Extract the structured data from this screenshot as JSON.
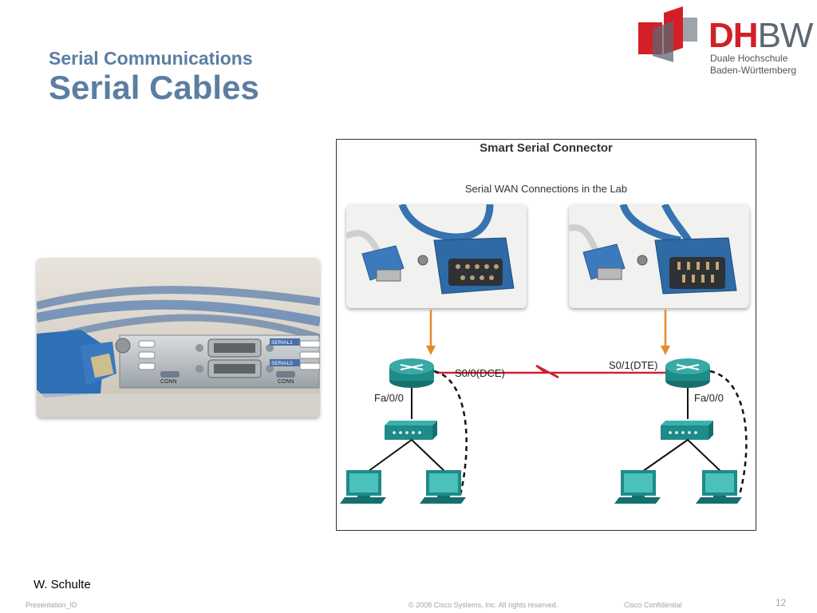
{
  "slide": {
    "subtitle": "Serial Communications",
    "title": "Serial Cables",
    "author": "W. Schulte",
    "page_number": "12"
  },
  "logo": {
    "word_dh": "DH",
    "word_bw": "BW",
    "line1": "Duale Hochschule",
    "line2": "Baden-Württemberg",
    "colors": {
      "red": "#d41f26",
      "gray": "#5d6770"
    }
  },
  "photo": {
    "labels": {
      "serial1": "SERIAL1",
      "serial0": "SERIAL0",
      "conn_left": "CONN",
      "conn_right": "CONN"
    }
  },
  "diagram": {
    "title": "Smart Serial Connector",
    "subtitle": "Serial WAN Connections in the Lab",
    "left_interface": "S0/0(DCE)",
    "right_interface": "S0/1(DTE)",
    "left_lan_port": "Fa/0/0",
    "right_lan_port": "Fa/0/0",
    "colors": {
      "router": "#1e8b88",
      "link": "#cc2233",
      "arrow": "#e58a2a",
      "cable": "#2f6fa8"
    }
  },
  "footer": {
    "presentation_id": "Presentation_ID",
    "copyright": "© 2008 Cisco Systems, Inc. All rights reserved.",
    "confidential": "Cisco Confidential"
  }
}
